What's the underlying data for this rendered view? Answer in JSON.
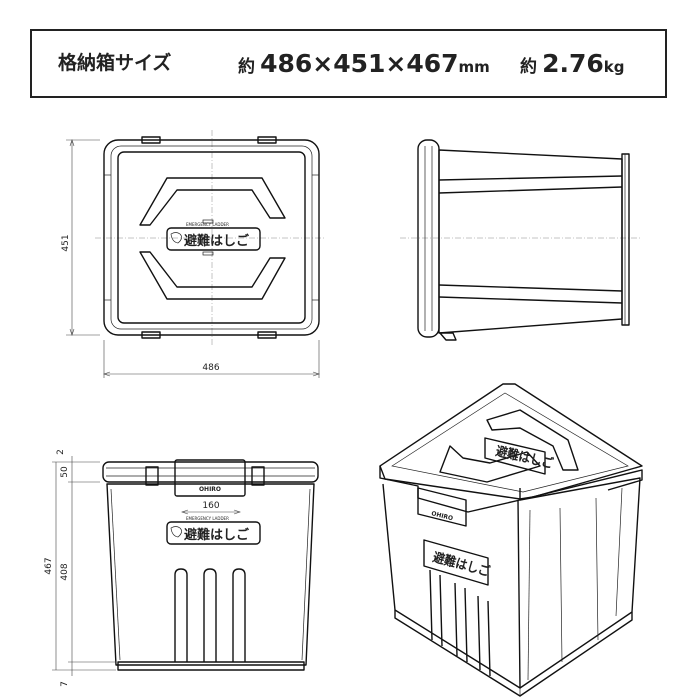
{
  "spec": {
    "label": "格納箱サイズ",
    "approx1": "約",
    "dimensions": "486×451×467",
    "dim_unit": "mm",
    "approx2": "約",
    "weight": "2.76",
    "weight_unit": "kg"
  },
  "product_label": {
    "small_text": "EMERGENCY LADDER",
    "main_text": "避難はしご"
  },
  "brand": "OHIRO",
  "dimensions": {
    "top_height": "451",
    "top_width": "486",
    "front_lid": "50",
    "front_gap": "2",
    "front_body": "408",
    "front_total": "467",
    "front_foot": "7",
    "front_handle": "160"
  },
  "colors": {
    "line": "#111111",
    "dimension": "#444444"
  }
}
